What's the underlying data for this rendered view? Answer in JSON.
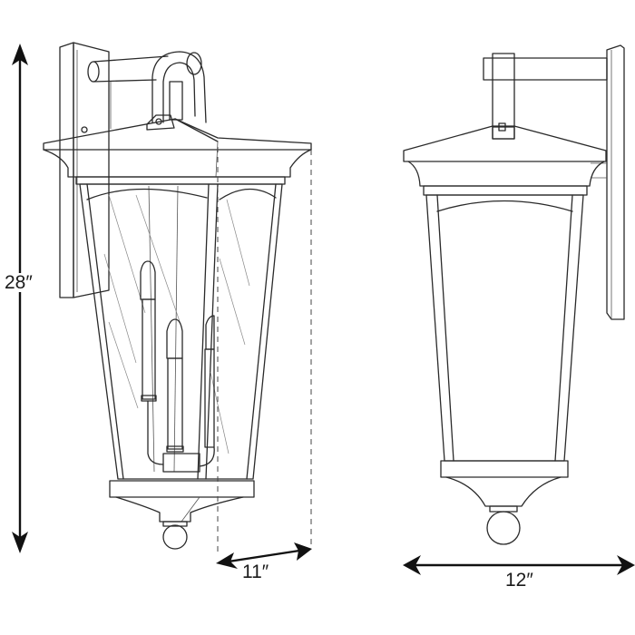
{
  "diagram": {
    "subject": "outdoor wall lantern dimension drawing",
    "views": [
      {
        "name": "front-perspective-view",
        "description": "3/4 view with glass panels and three candle bulbs"
      },
      {
        "name": "side-view",
        "description": "side elevation with wall bracket"
      }
    ],
    "dimensions": {
      "height": {
        "label": "28″",
        "orientation": "vertical"
      },
      "depth": {
        "label": "11″",
        "orientation": "diagonal"
      },
      "width": {
        "label": "12″",
        "orientation": "horizontal"
      }
    },
    "colors": {
      "line": "#2a2a2a",
      "background": "#ffffff"
    }
  }
}
